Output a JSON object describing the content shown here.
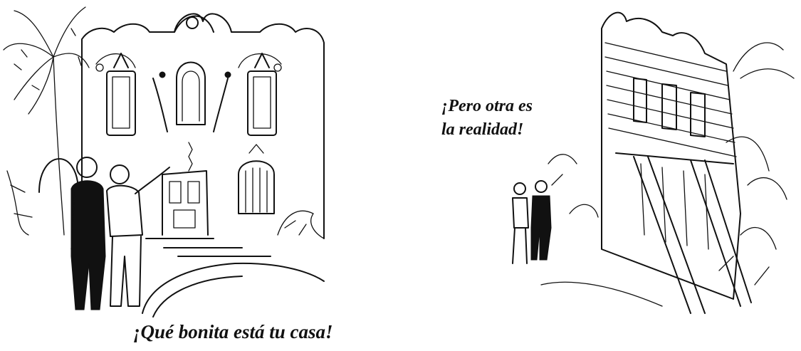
{
  "panels": {
    "left": {
      "caption": "¡Qué bonita está tu casa!"
    },
    "right": {
      "caption_line1": "¡Pero otra es",
      "caption_line2": "la realidad!"
    }
  }
}
